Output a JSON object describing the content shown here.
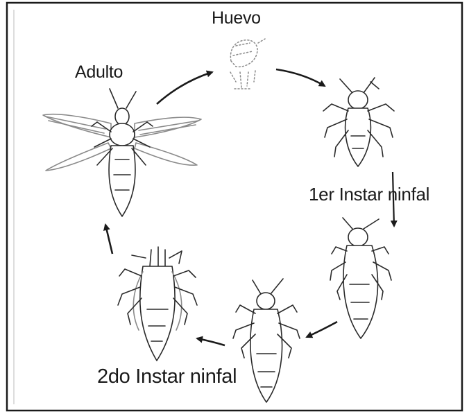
{
  "labels": {
    "huevo": "Huevo",
    "adulto": "Adulto",
    "instar1": "1er Instar ninfal",
    "instar2": "2do Instar ninfal"
  },
  "colors": {
    "ink": "#2a2a2a",
    "faint": "#8a8a8a",
    "frame": "#1a1a1a",
    "background": "#ffffff"
  }
}
